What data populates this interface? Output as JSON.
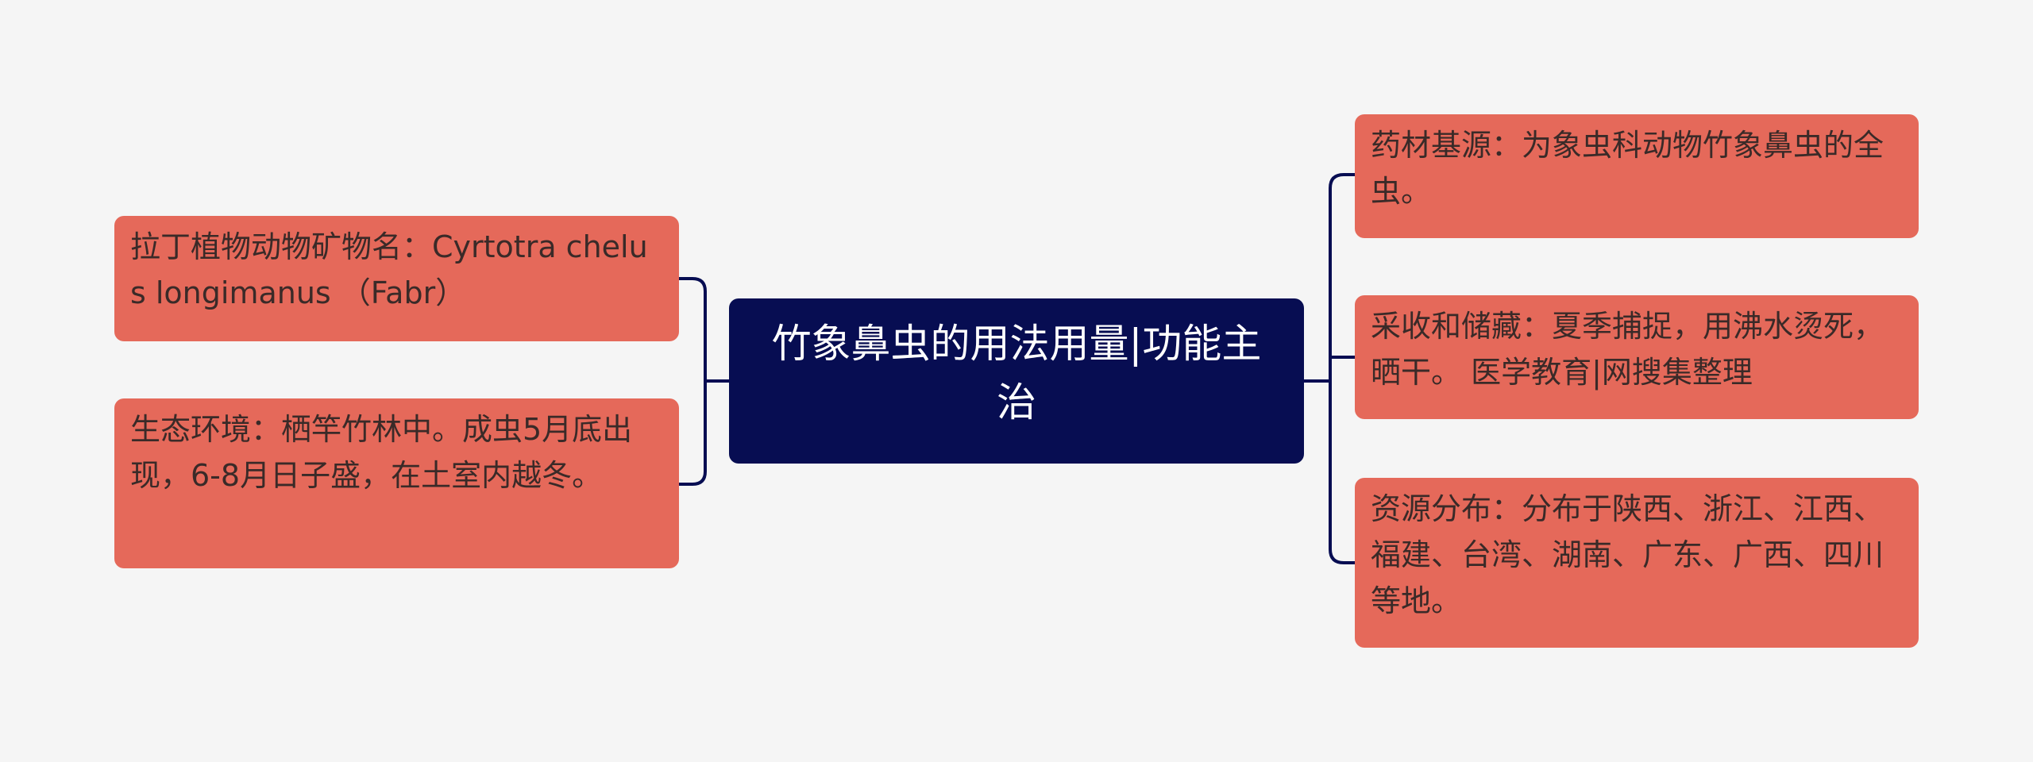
{
  "colors": {
    "background": "#f5f5f5",
    "root_fill": "#070d52",
    "root_text": "#ffffff",
    "node_fill": "#e5695a",
    "node_text": "#3a2a28",
    "connector": "#070d52"
  },
  "root": {
    "text": "竹象鼻虫的用法用量|功能主治"
  },
  "left_nodes": [
    {
      "text": "拉丁植物动物矿物名：Cyrtotra chelus longimanus （Fabr）"
    },
    {
      "text": "生态环境：栖竿竹林中。成虫5月底出现，6-8月日子盛，在土室内越冬。"
    }
  ],
  "right_nodes": [
    {
      "text": "药材基源：为象虫科动物竹象鼻虫的全虫。"
    },
    {
      "text": "采收和储藏：夏季捕捉，用沸水烫死，晒干。 医学教育|网搜集整理"
    },
    {
      "text": "资源分布：分布于陕西、浙江、江西、福建、台湾、湖南、广东、广西、四川等地。"
    }
  ]
}
